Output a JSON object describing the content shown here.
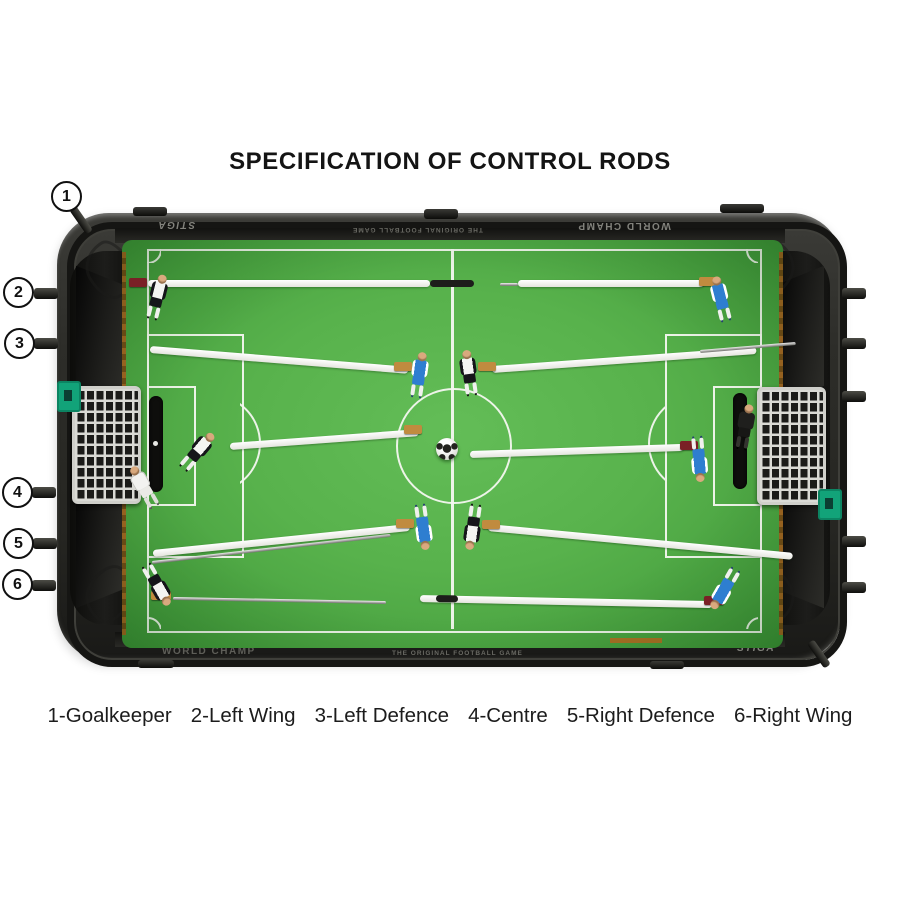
{
  "title": "SPECIFICATION OF CONTROL RODS",
  "callouts": [
    {
      "number": "1",
      "label": "Goalkeeper"
    },
    {
      "number": "2",
      "label": "Left Wing"
    },
    {
      "number": "3",
      "label": "Left Defence"
    },
    {
      "number": "4",
      "label": "Centre"
    },
    {
      "number": "5",
      "label": "Right Defence"
    },
    {
      "number": "6",
      "label": "Right Wing"
    }
  ],
  "legend": {
    "items": [
      "1-Goalkeeper",
      "2-Left Wing",
      "3-Left Defence",
      "4-Centre",
      "5-Right Defence",
      "6-Right Wing"
    ]
  },
  "frame_text": {
    "brand": "STIGA",
    "model": "WORLD CHAMP",
    "tagline": "THE ORIGINAL FOOTBALL GAME"
  },
  "teams": {
    "home_kit": "black-white",
    "away_kit": "blue-white"
  },
  "colors": {
    "background": "#ffffff",
    "field_green": "#58b24c",
    "line_white": "#f4f7f0",
    "frame_dark": "#2b2b27",
    "accent_teal": "#12a379",
    "rod_white": "#f2f2ee",
    "handle_tan": "#c08b3f",
    "handle_maroon": "#7a2026",
    "goal_mesh": "#dadad5"
  }
}
